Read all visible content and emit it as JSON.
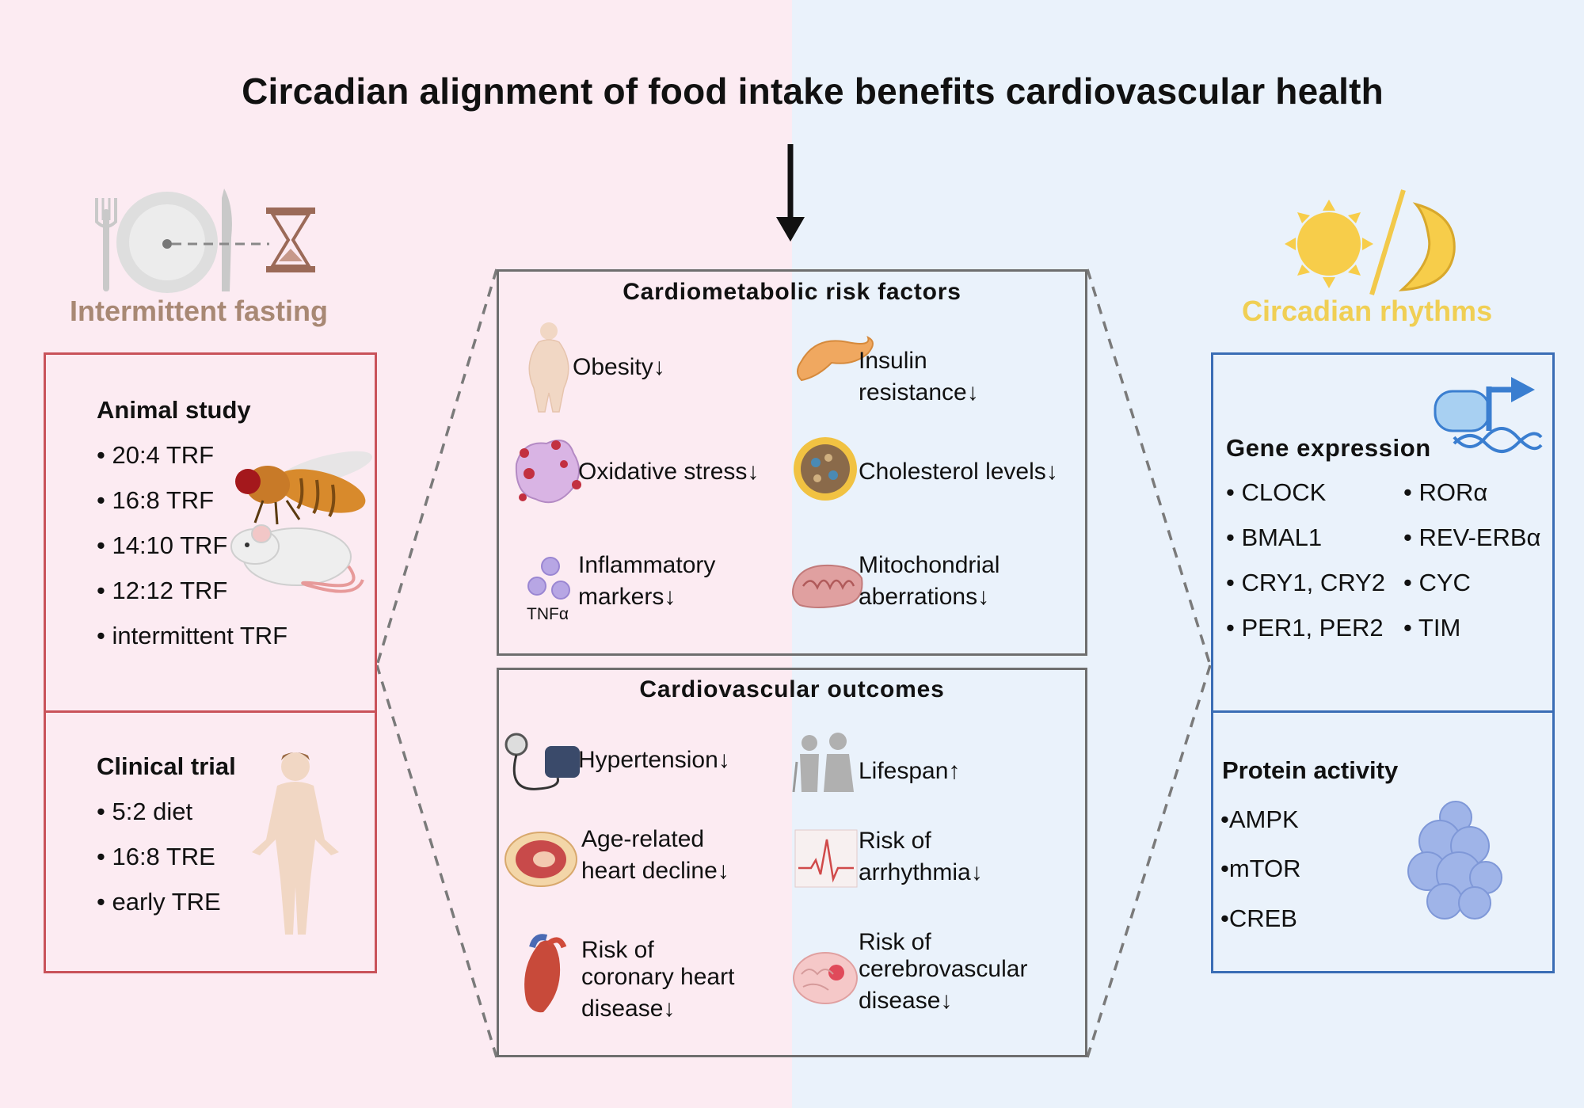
{
  "title": "Circadian alignment of food intake benefits cardiovascular health",
  "left": {
    "heading": "Intermittent fasting",
    "animal_study": {
      "heading": "Animal study",
      "items": [
        "• 20:4 TRF",
        "• 16:8 TRF",
        "• 14:10 TRF",
        "• 12:12 TRF",
        "• intermittent TRF"
      ]
    },
    "clinical_trial": {
      "heading": "Clinical trial",
      "items": [
        "• 5:2 diet",
        "• 16:8 TRE",
        "• early TRE"
      ]
    }
  },
  "center": {
    "risk_factors": {
      "heading": "Cardiometabolic risk factors",
      "obesity": "Obesity↓",
      "insulin": [
        "Insulin",
        "resistance↓"
      ],
      "oxidative": "Oxidative stress↓",
      "cholesterol": "Cholesterol levels↓",
      "inflammatory": [
        "Inflammatory",
        "markers↓"
      ],
      "tnf": "TNFα",
      "mito": [
        "Mitochondrial",
        "aberrations↓"
      ]
    },
    "outcomes": {
      "heading": "Cardiovascular outcomes",
      "hypertension": "Hypertension↓",
      "lifespan": "Lifespan↑",
      "age_related": [
        "Age-related",
        "heart decline↓"
      ],
      "arrhythmia": [
        "Risk of",
        "arrhythmia↓"
      ],
      "coronary": [
        "Risk of",
        "coronary heart",
        "disease↓"
      ],
      "cerebro": [
        "Risk of",
        "cerebrovascular",
        "disease↓"
      ]
    }
  },
  "right": {
    "heading": "Circadian rhythms",
    "gene_expression": {
      "heading": "Gene expression",
      "col1": [
        "• CLOCK",
        "• BMAL1",
        "• CRY1, CRY2",
        "• PER1, PER2"
      ],
      "col2": [
        "• RORα",
        "• REV-ERBα",
        "• CYC",
        "• TIM"
      ]
    },
    "protein_activity": {
      "heading": "Protein activity",
      "items": [
        "•AMPK",
        "•mTOR",
        "•CREB"
      ]
    }
  },
  "colors": {
    "left_bg": "#fcebf2",
    "right_bg": "#eaf2fb",
    "fasting_heading": "#a88874",
    "circadian_heading": "#f0cf54",
    "left_box_border": "#c9525a",
    "right_box_border": "#3a6db5",
    "center_box_border": "#6e6e6e"
  }
}
